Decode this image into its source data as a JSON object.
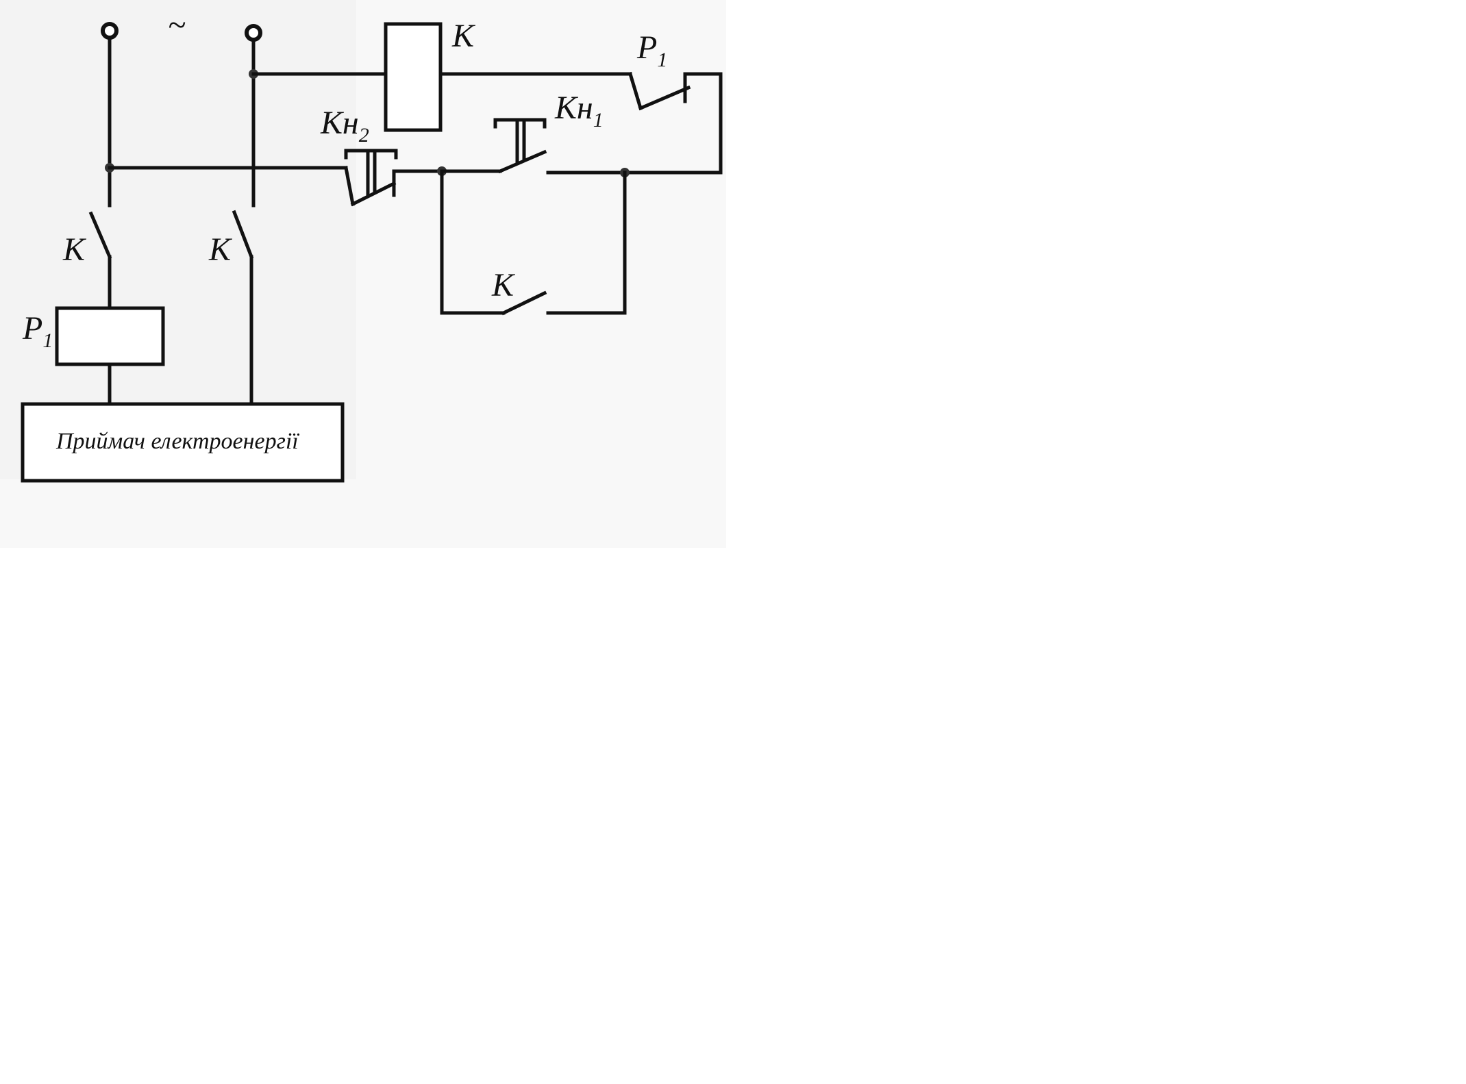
{
  "diagram": {
    "source_symbol": "~",
    "coil_k_label": "К",
    "coil_p1_label": "P",
    "coil_p1_sub": "1",
    "contact_p1_label": "P",
    "contact_p1_sub": "1",
    "button_kn1_label": "Кн",
    "button_kn1_sub": "1",
    "button_kn2_label": "Кн",
    "button_kn2_sub": "2",
    "contact_k_left_label": "К",
    "contact_k_mid_label": "К",
    "contact_k_hold_label": "К",
    "receiver_label": "Приймач електроенергії",
    "colors": {
      "line": "#111111",
      "background": "#ffffff"
    }
  }
}
